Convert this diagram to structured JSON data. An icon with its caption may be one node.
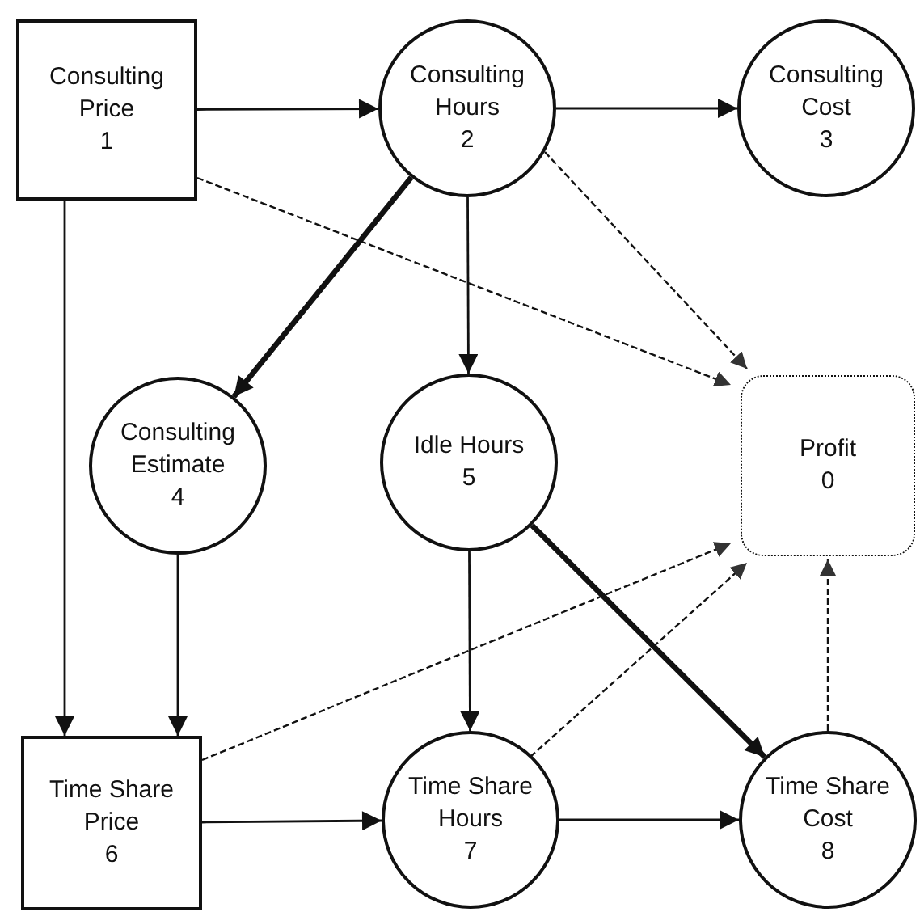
{
  "diagram": {
    "nodes": [
      {
        "text": [
          "Profit",
          "0"
        ]
      },
      {
        "text": [
          "Consulting Price",
          "1"
        ]
      },
      {
        "text": [
          "Consulting Hours",
          "2"
        ]
      },
      {
        "text": [
          "Consulting Cost",
          "3"
        ]
      },
      {
        "text": [
          "Consulting Estimate",
          "4"
        ]
      },
      {
        "text": [
          "Idle Hours",
          "5"
        ]
      },
      {
        "text": [
          "Time Share Price",
          "6"
        ]
      },
      {
        "text": [
          "Time Share Hours",
          "7"
        ]
      },
      {
        "text": [
          "Time Share Cost",
          "8"
        ]
      }
    ],
    "edges": [
      {
        "from": 1,
        "to": 2,
        "arrow": "to"
      },
      {
        "from": 2,
        "to": 3,
        "arrow": "to"
      },
      {
        "from": 1,
        "to": 6,
        "arrow": "to"
      },
      {
        "from": 2,
        "to": 4,
        "arrow": "to",
        "style": "thick"
      },
      {
        "from": 2,
        "to": 5,
        "arrow": "to"
      },
      {
        "from": 4,
        "to": 6,
        "arrow": "to"
      },
      {
        "from": 5,
        "to": 7,
        "arrow": "to"
      },
      {
        "from": 5,
        "to": 8,
        "arrow": "to",
        "style": "thick"
      },
      {
        "from": 6,
        "to": 7,
        "arrow": "to"
      },
      {
        "from": 7,
        "to": 8,
        "arrow": "to"
      },
      {
        "from": 1,
        "to": 0,
        "arrow": "to",
        "style": "dashed"
      },
      {
        "from": 2,
        "to": 0,
        "arrow": "to",
        "style": "dashed"
      },
      {
        "from": 6,
        "to": 0,
        "arrow": "to",
        "style": "dashed"
      },
      {
        "from": 7,
        "to": 0,
        "arrow": "to",
        "style": "dashed"
      },
      {
        "from": 8,
        "to": 0,
        "arrow": "to",
        "style": "dashed"
      }
    ]
  }
}
